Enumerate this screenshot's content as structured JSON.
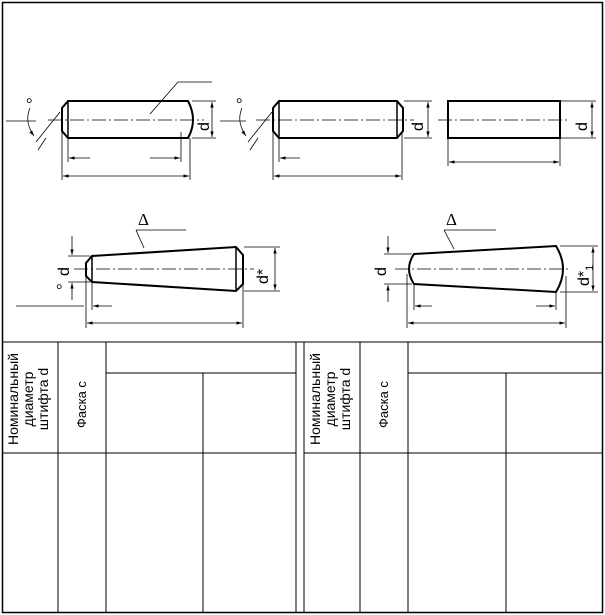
{
  "drawing": {
    "dim_d": "d",
    "dim_d_star": "d*",
    "dim_d1_star": "d*",
    "dim_d1_sub": "1",
    "degree": "°",
    "roughness": "Δ"
  },
  "table": {
    "left": {
      "col_diameter": "Номинальный диаметр штифта d",
      "col_chamfer": "Фаска c"
    },
    "right": {
      "col_diameter": "Номинальный диаметр штифта d",
      "col_chamfer": "Фаска c"
    }
  }
}
